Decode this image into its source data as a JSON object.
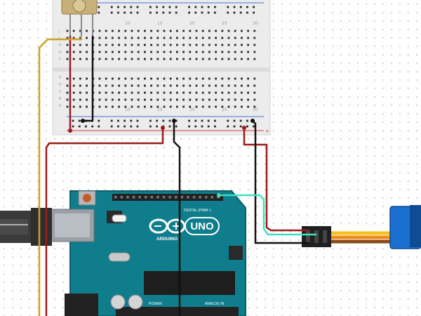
{
  "colors": {
    "board": "#0f7d8c",
    "board_dark": "#0b5f6b",
    "wire_red": "#9a1b1b",
    "wire_black": "#111111",
    "wire_yellow": "#c9a227",
    "wire_green": "#3fe0c0",
    "servo_blue": "#1a6fd0",
    "servo_orange": "#ef8a17",
    "servo_yellow": "#f1c21b",
    "breadboard": "#ececec"
  },
  "breadboard": {
    "column_numbers": [
      "10",
      "15",
      "20",
      "25",
      "30"
    ],
    "row_letters": [
      "J",
      "I",
      "H",
      "G",
      "F",
      "E",
      "D",
      "C",
      "B",
      "A"
    ]
  },
  "arduino": {
    "brand": "ARDUINO",
    "model": "UNO",
    "digital_label": "DIGITAL (PWM~)",
    "analog_label": "ANALOG IN",
    "power_label": "POWER"
  }
}
